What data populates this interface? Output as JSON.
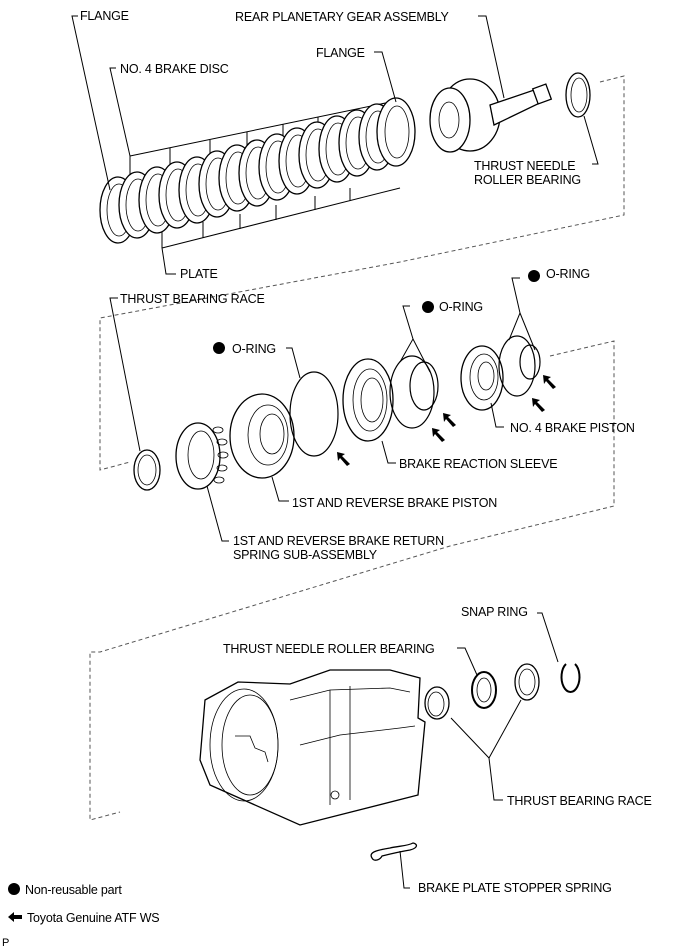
{
  "diagram": {
    "title": "1st and Reverse Brake / No. 4 Brake Exploded View",
    "labels": {
      "flange_left": "FLANGE",
      "rear_planetary": "REAR PLANETARY GEAR ASSEMBLY",
      "flange_right": "FLANGE",
      "no4_brake_disc": "NO. 4 BRAKE DISC",
      "thrust_needle_top_l1": "THRUST NEEDLE",
      "thrust_needle_top_l2": "ROLLER BEARING",
      "plate": "PLATE",
      "thrust_bearing_race_mid": "THRUST BEARING RACE",
      "oring_1": "O-RING",
      "oring_2": "O-RING",
      "oring_3": "O-RING",
      "no4_brake_piston": "NO. 4 BRAKE PISTON",
      "brake_reaction_sleeve": "BRAKE REACTION SLEEVE",
      "first_reverse_piston": "1ST AND REVERSE BRAKE PISTON",
      "return_spring_l1": "1ST AND REVERSE BRAKE RETURN",
      "return_spring_l2": "SPRING SUB-ASSEMBLY",
      "snap_ring": "SNAP RING",
      "thrust_needle_bottom": "THRUST NEEDLE ROLLER BEARING",
      "thrust_bearing_race_bottom": "THRUST BEARING RACE",
      "stopper_spring": "BRAKE PLATE STOPPER SPRING"
    },
    "legend": {
      "non_reusable": "Non-reusable part",
      "atf": "Toyota Genuine ATF WS"
    },
    "corner_mark": "P"
  }
}
